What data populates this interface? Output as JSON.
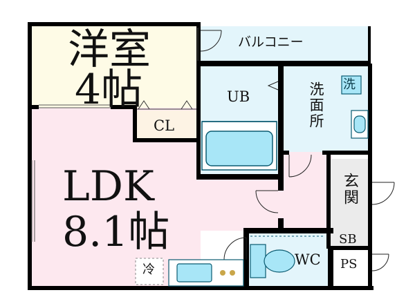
{
  "rooms": {
    "western_room": {
      "name": "洋室",
      "size": "4帖",
      "fill": "#fefbe6"
    },
    "ldk": {
      "name": "LDK",
      "size": "8.1帖",
      "fill": "#fde8ef"
    },
    "balcony": {
      "name": "バルコニー",
      "fill": "#e3f5fb"
    },
    "closet": {
      "name": "CL",
      "fill": "#fdf3e4"
    },
    "unit_bath": {
      "name": "UB",
      "fill": "#e3f5fb"
    },
    "washroom": {
      "name": "洗面所",
      "fill": "#e3f5fb"
    },
    "washer": {
      "name": "洗"
    },
    "entrance": {
      "name": "玄関",
      "fill": "#ebebeb"
    },
    "shoe_box": {
      "name": "SB",
      "fill": "#ebebeb"
    },
    "toilet": {
      "name": "WC",
      "fill": "#e3f5fb"
    },
    "pipe_space": {
      "name": "PS",
      "fill": "#ffffff"
    },
    "fridge": {
      "name": "冷"
    }
  },
  "colors": {
    "wall": "#000000",
    "fixture_fill": "#a8e6f7",
    "fixture_line": "#0a5a70",
    "line": "#222222"
  }
}
